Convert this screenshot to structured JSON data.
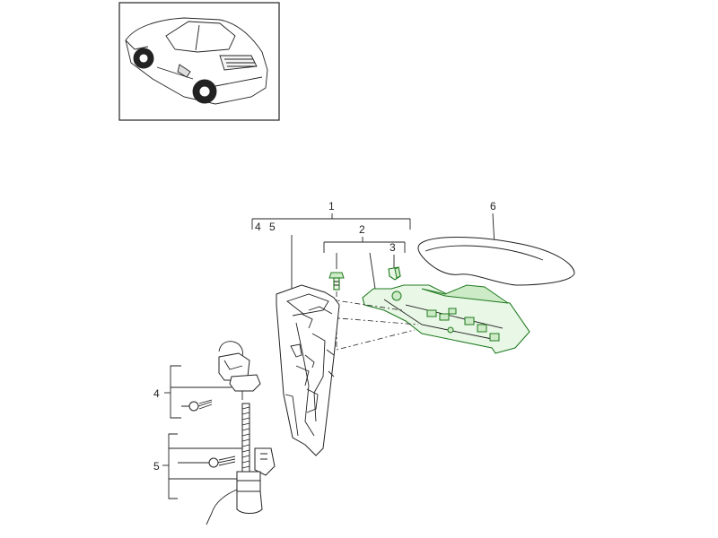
{
  "diagram": {
    "callouts": {
      "c1": "1",
      "c2": "2",
      "c3": "3",
      "c4": "4",
      "c5": "5",
      "c6": "6",
      "c4_top": "4",
      "c5_top": "5"
    },
    "highlight_color": "#1f7a1f"
  }
}
